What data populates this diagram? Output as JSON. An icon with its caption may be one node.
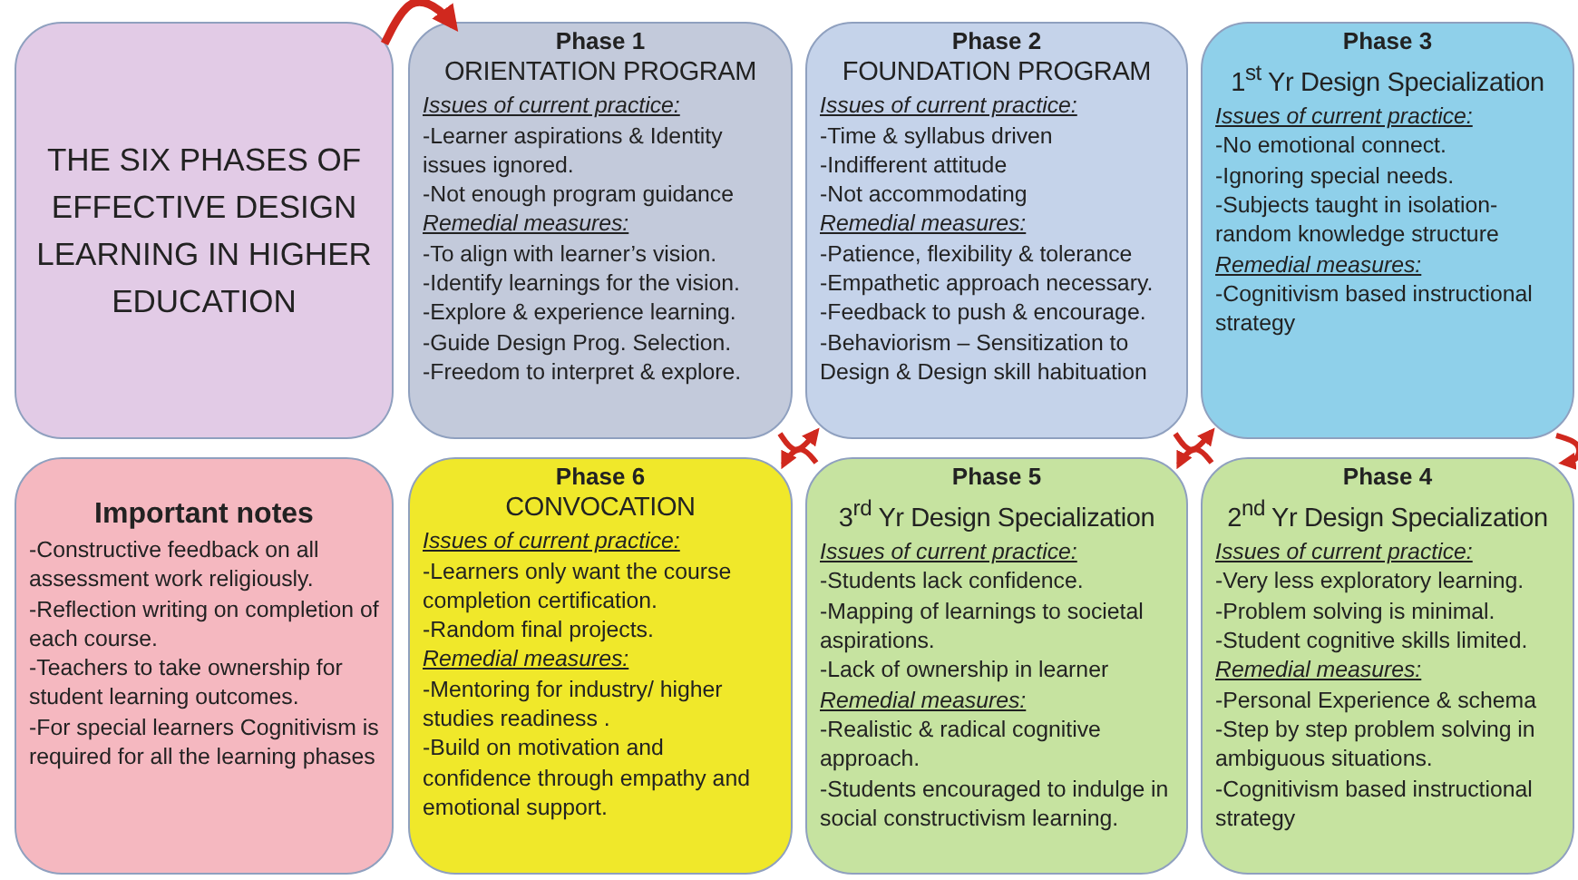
{
  "diagram": {
    "nodes": [
      {
        "text": [
          "THE SIX PHASES OF EFFECTIVE DESIGN LEARNING IN HIGHER EDUCATION"
        ]
      },
      {
        "text": [
          "Phase 1",
          "ORIENTATION PROGRAM",
          "Issues of current practice:",
          "-Learner aspirations & Identity issues ignored.",
          "-Not enough program guidance",
          "Remedial measures:",
          "-To align with learner’s vision.",
          "-Identify learnings for the vision.",
          "-Explore & experience learning.",
          "-Guide Design Prog. Selection.",
          "-Freedom to interpret & explore."
        ]
      },
      {
        "text": [
          "Phase 2",
          "FOUNDATION PROGRAM",
          "Issues of current practice:",
          "-Time & syllabus driven",
          "-Indifferent attitude",
          "-Not accommodating",
          "Remedial measures:",
          "-Patience, flexibility & tolerance",
          "-Empathetic approach necessary.",
          "-Feedback to push & encourage.",
          "-Behaviorism – Sensitization to Design & Design skill habituation"
        ]
      },
      {
        "text": [
          "Phase 3",
          "1$^{st}$ Yr Design Specialization",
          "Issues of current practice:",
          "-No emotional connect.",
          "-Ignoring special needs.",
          "-Subjects taught in isolation-random knowledge structure",
          "Remedial measures:",
          "-Cognitivism based instructional strategy"
        ]
      },
      {
        "text": [
          "Important notes",
          "-Constructive feedback on all assessment work religiously.",
          "-Reflection writing on completion of each course.",
          "-Teachers to take ownership for student learning outcomes.",
          "-For special learners Cognitivism is required for all the learning phases"
        ]
      },
      {
        "text": [
          "Phase 6",
          "CONVOCATION",
          "Issues of current practice:",
          "-Learners only want the course completion certification.",
          "-Random final projects.",
          "Remedial measures:",
          "-Mentoring for industry/ higher studies readiness .",
          "-Build on motivation and confidence through empathy and emotional support."
        ]
      },
      {
        "text": [
          "Phase 5",
          "3$^{rd}$ Yr Design Specialization",
          "Issues of current practice:",
          "-Students lack confidence.",
          "-Mapping of learnings to societal aspirations.",
          "-Lack of ownership in learner",
          "Remedial measures:",
          "-Realistic & radical cognitive approach.",
          "-Students encouraged to indulge in social constructivism learning."
        ]
      },
      {
        "text": [
          "Phase 4",
          "2$^{nd}$ Yr Design Specialization",
          "Issues of current practice:",
          "-Very less exploratory learning.",
          "-Problem solving is minimal.",
          "-Student cognitive skills limited.",
          "Remedial measures:",
          "-Personal Experience & schema",
          "-Step by step problem solving in ambiguous situations.",
          "-Cognitivism based instructional strategy"
        ]
      }
    ],
    "edges": [
      {
        "from": 0,
        "to": 1,
        "arrow": "to"
      },
      {
        "from": 1,
        "to": 2,
        "arrow": "to"
      },
      {
        "from": 2,
        "to": 3,
        "arrow": "to"
      },
      {
        "from": 3,
        "to": 7,
        "arrow": "to"
      },
      {
        "from": 7,
        "to": 6,
        "arrow": "to"
      },
      {
        "from": 6,
        "to": 5,
        "arrow": "to"
      }
    ]
  }
}
